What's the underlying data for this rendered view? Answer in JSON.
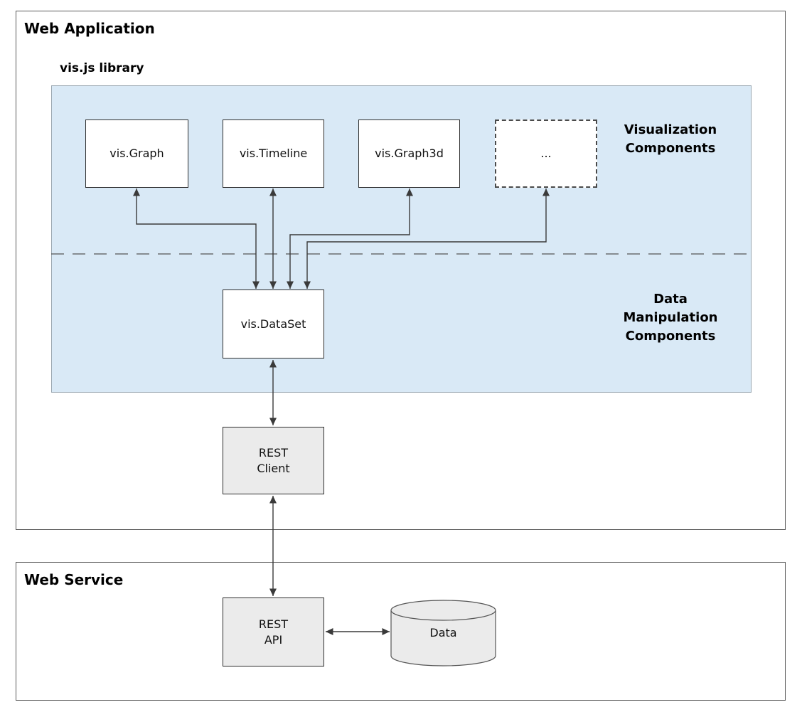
{
  "colors": {
    "library_background": "#d9e9f6",
    "component_fill": "#ffffff",
    "service_fill": "#ebebeb",
    "line": "#3a3a3a"
  },
  "web_application": {
    "title": "Web Application",
    "library": {
      "title": "vis.js library",
      "visualization_section_label": "Visualization\nComponents",
      "data_manipulation_section_label": "Data\nManipulation\nComponents",
      "components": [
        {
          "label": "vis.Graph"
        },
        {
          "label": "vis.Timeline"
        },
        {
          "label": "vis.Graph3d"
        },
        {
          "label": "..."
        }
      ],
      "dataset": {
        "label": "vis.DataSet"
      }
    },
    "rest_client": {
      "label": "REST\nClient"
    }
  },
  "web_service": {
    "title": "Web Service",
    "rest_api": {
      "label": "REST\nAPI"
    },
    "database": {
      "label": "Data"
    }
  }
}
